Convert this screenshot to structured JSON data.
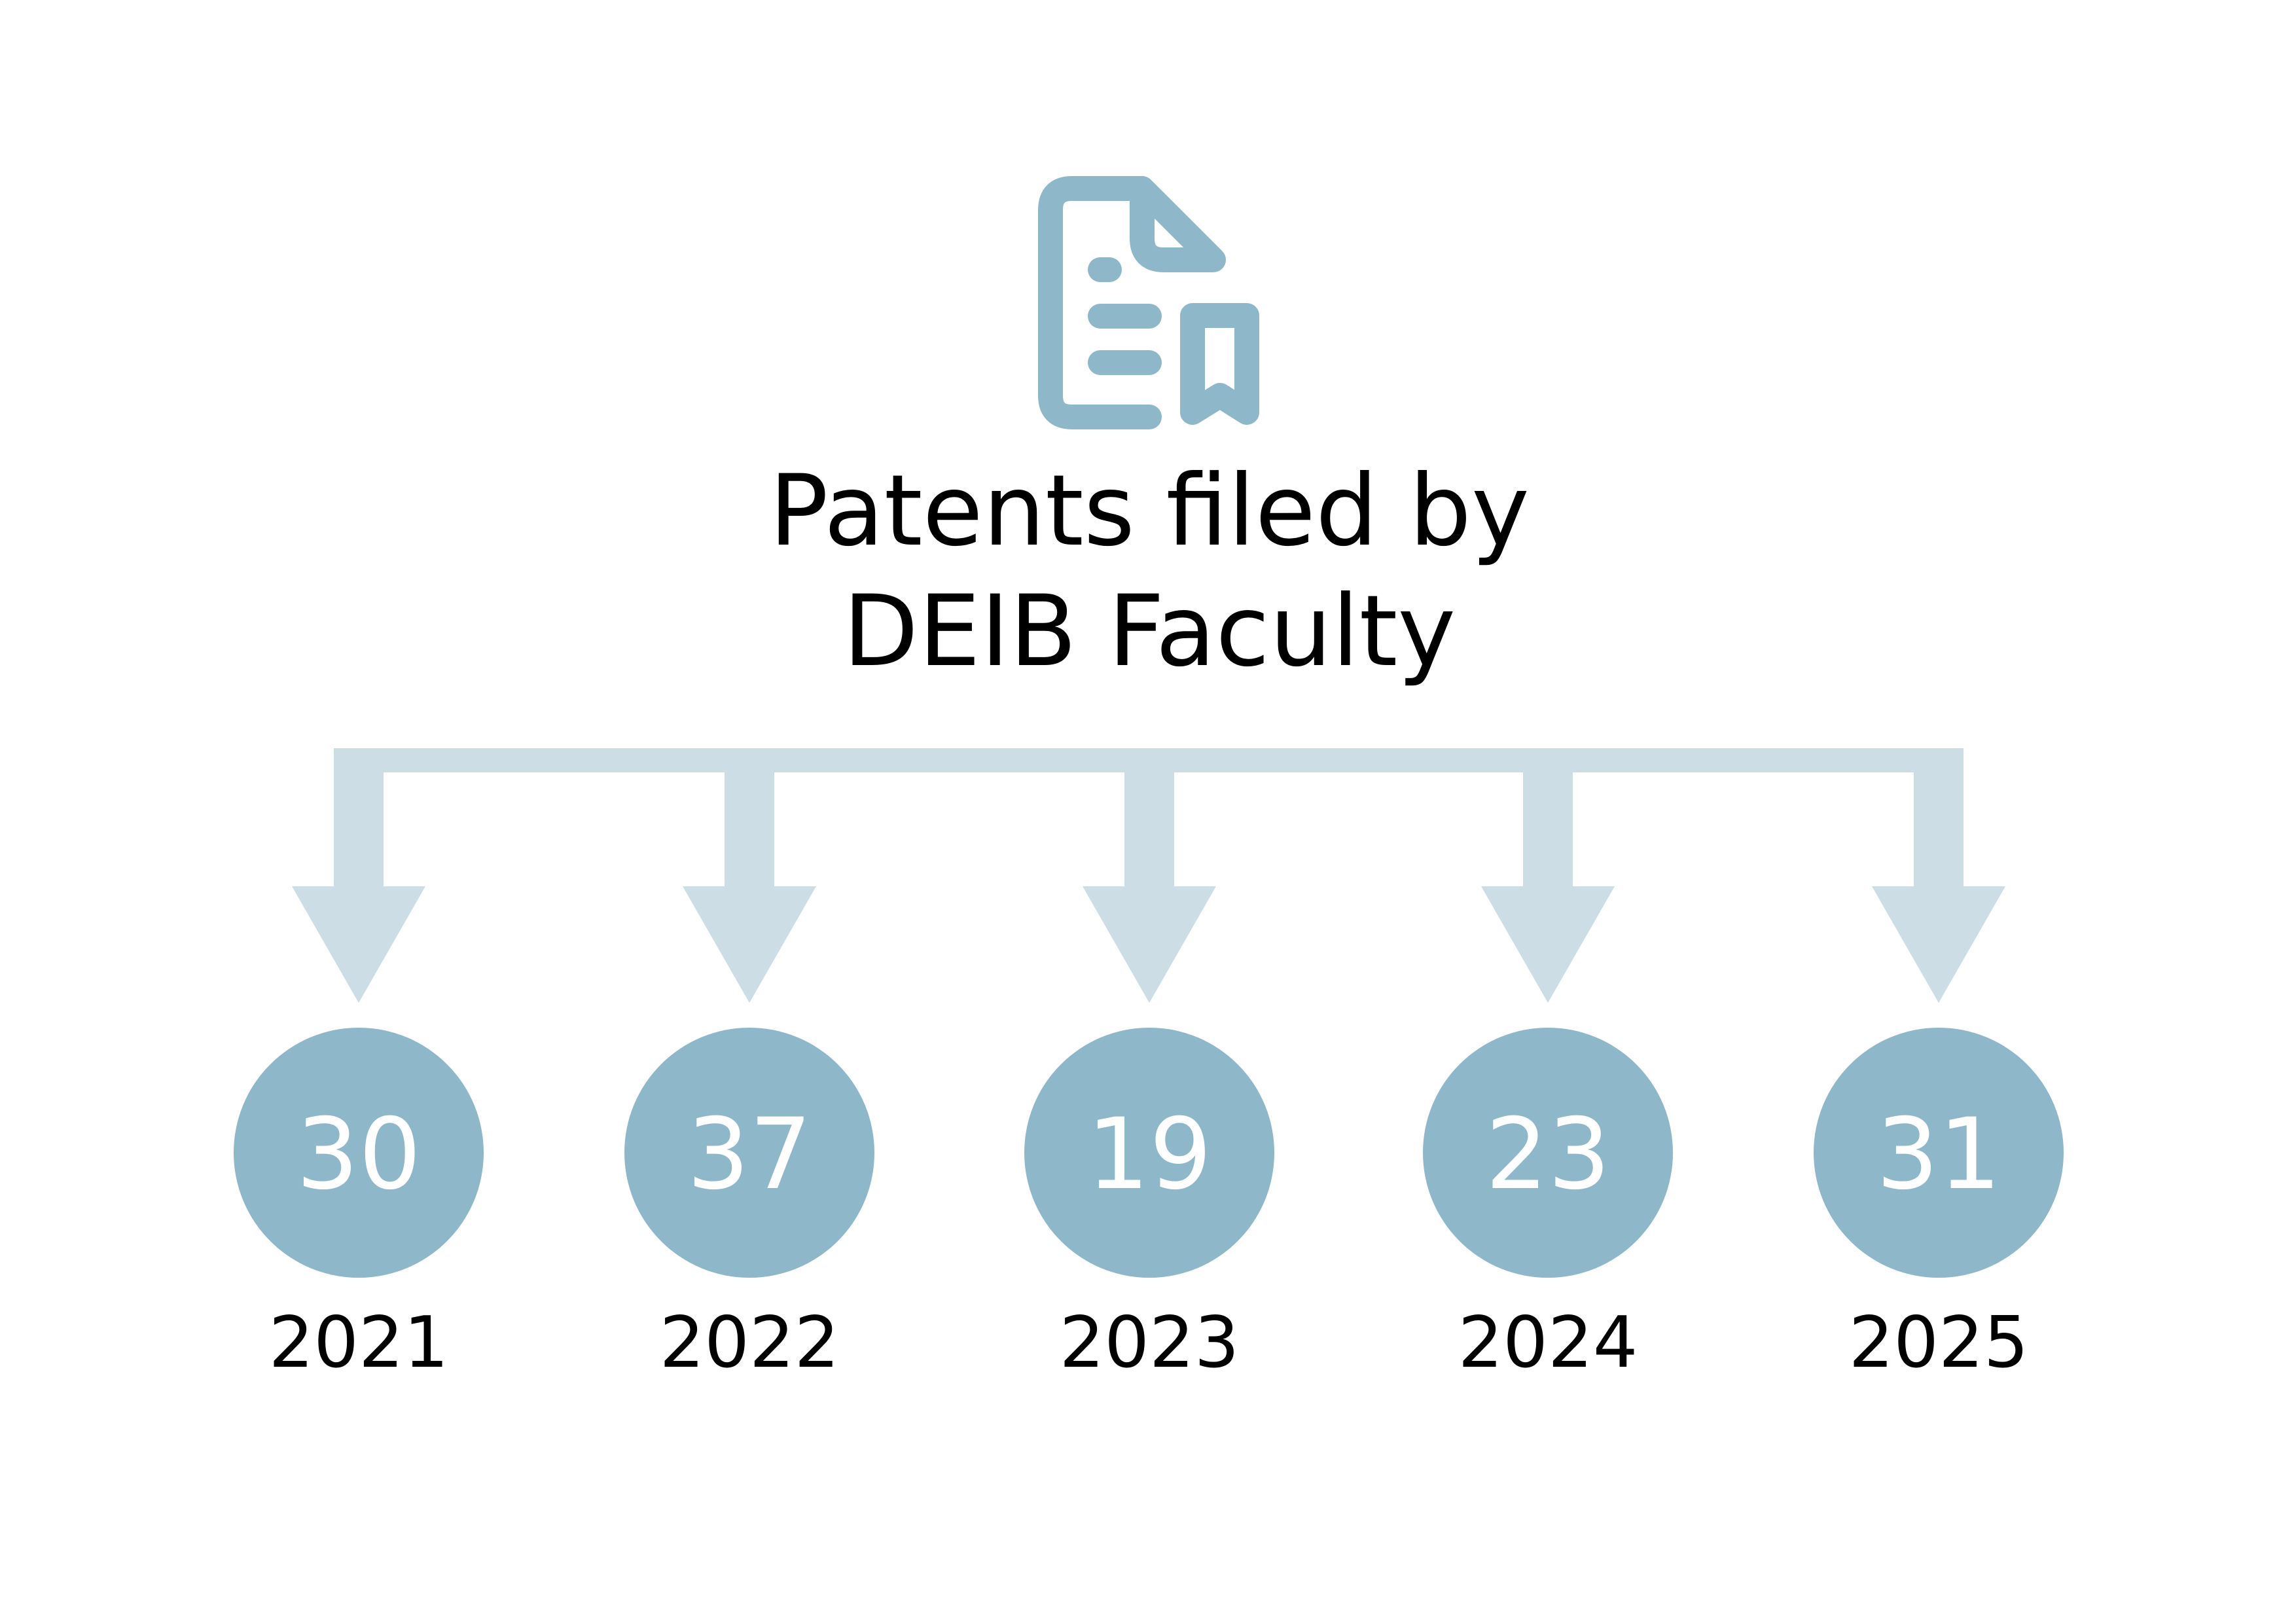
{
  "title": {
    "line1": "Patents filed by",
    "line2": "DEIB Faculty"
  },
  "icon": "patent-document-bookmark-icon",
  "colors": {
    "circle": "#8FB7CA",
    "arrow": "#CCDDE6",
    "icon": "#8FB7CA",
    "value_text": "#FFFFFF",
    "text": "#000000",
    "background": "#FFFFFF"
  },
  "items": [
    {
      "value": "30",
      "year": "2021"
    },
    {
      "value": "37",
      "year": "2022"
    },
    {
      "value": "19",
      "year": "2023"
    },
    {
      "value": "23",
      "year": "2024"
    },
    {
      "value": "31",
      "year": "2025"
    }
  ]
}
